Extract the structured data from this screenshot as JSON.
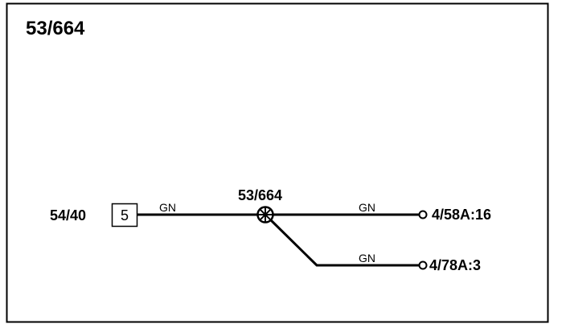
{
  "diagram": {
    "title": "53/664",
    "splice": {
      "label": "53/664"
    },
    "source": {
      "label": "54/40",
      "pin": "5"
    },
    "wires": [
      {
        "color_code": "GN"
      },
      {
        "color_code": "GN"
      },
      {
        "color_code": "GN"
      }
    ],
    "endpoints": [
      {
        "label": "4/58A:16"
      },
      {
        "label": "4/78A:3"
      }
    ],
    "colors": {
      "line": "#000000",
      "background": "#ffffff"
    }
  }
}
